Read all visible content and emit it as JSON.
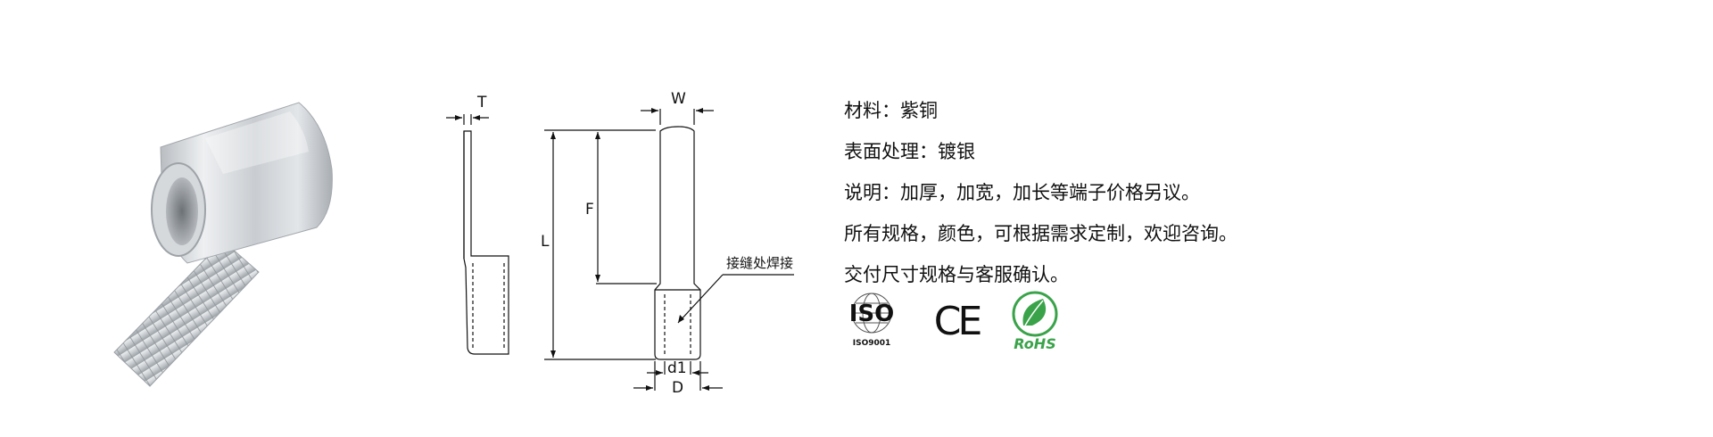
{
  "product": {
    "image_alt": "pin terminal photo"
  },
  "drawing": {
    "labels": {
      "T": "T",
      "W": "W",
      "F": "F",
      "L": "L",
      "d1": "d1",
      "D": "D"
    },
    "weld_note": "接缝处焊接"
  },
  "spec": {
    "lines": [
      "材料：紫铜",
      "表面处理：镀银",
      "说明：加厚，加宽，加长等端子价格另议。",
      "所有规格，颜色，可根据需求定制，欢迎咨询。",
      "交付尺寸规格与客服确认。"
    ]
  },
  "certifications": {
    "iso": {
      "text": "ISO",
      "sub": "ISO9001",
      "icon": "iso-globe-icon"
    },
    "ce": {
      "text": "CE",
      "icon": "ce-mark-icon"
    },
    "rohs": {
      "text": "RoHS",
      "icon": "rohs-leaf-icon",
      "color": "#3aa34a"
    }
  },
  "colors": {
    "metal_light": "#e6e8ea",
    "metal_dark": "#9ea3a8",
    "line": "#111111"
  }
}
